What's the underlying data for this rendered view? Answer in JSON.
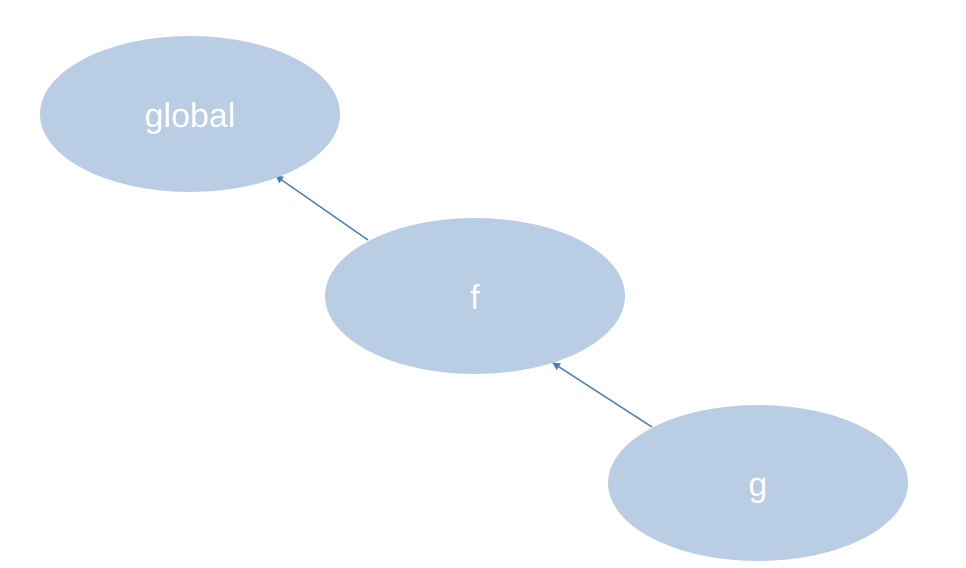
{
  "diagram": {
    "nodes": [
      {
        "id": "global",
        "label": "global"
      },
      {
        "id": "f",
        "label": "f"
      },
      {
        "id": "g",
        "label": "g"
      }
    ],
    "edges": [
      {
        "from": "f",
        "to": "global"
      },
      {
        "from": "g",
        "to": "f"
      }
    ]
  },
  "colors": {
    "node_fill": "#b9cde4",
    "edge_stroke": "#4a7ebb",
    "background": "#ffffff"
  }
}
